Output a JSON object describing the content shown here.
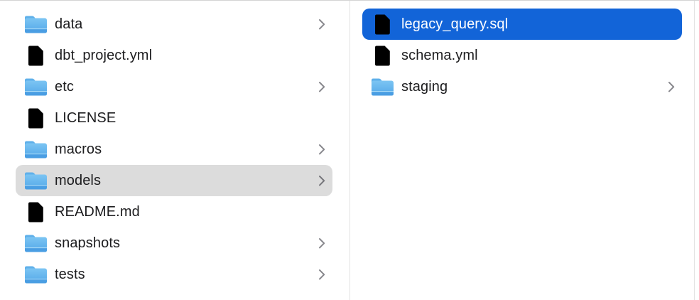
{
  "columns": [
    {
      "id": "parent-column",
      "items": [
        {
          "label": "data",
          "icon": "folder",
          "has_chevron": true,
          "selected": false
        },
        {
          "label": "dbt_project.yml",
          "icon": "document",
          "has_chevron": false,
          "selected": false
        },
        {
          "label": "etc",
          "icon": "folder",
          "has_chevron": true,
          "selected": false
        },
        {
          "label": "LICENSE",
          "icon": "document",
          "has_chevron": false,
          "selected": false
        },
        {
          "label": "macros",
          "icon": "folder",
          "has_chevron": true,
          "selected": false
        },
        {
          "label": "models",
          "icon": "folder",
          "has_chevron": true,
          "selected": true,
          "selection_style": "inactive-gray"
        },
        {
          "label": "README.md",
          "icon": "document",
          "has_chevron": false,
          "selected": false
        },
        {
          "label": "snapshots",
          "icon": "folder",
          "has_chevron": true,
          "selected": false
        },
        {
          "label": "tests",
          "icon": "folder",
          "has_chevron": true,
          "selected": false
        }
      ]
    },
    {
      "id": "child-column",
      "items": [
        {
          "label": "legacy_query.sql",
          "icon": "document",
          "has_chevron": false,
          "selected": true,
          "selection_style": "active-blue"
        },
        {
          "label": "schema.yml",
          "icon": "document",
          "has_chevron": false,
          "selected": false
        },
        {
          "label": "staging",
          "icon": "folder",
          "has_chevron": true,
          "selected": false
        }
      ]
    }
  ],
  "colors": {
    "selection_active": "#1264d8",
    "selection_inactive": "#dcdcdc",
    "row_text": "#1d1d1f",
    "row_text_selected": "#ffffff",
    "chevron": "#87878c",
    "divider": "#e2e2e2",
    "folder_blue_light": "#7cc5f3",
    "folder_blue_dark": "#53a7e8"
  }
}
